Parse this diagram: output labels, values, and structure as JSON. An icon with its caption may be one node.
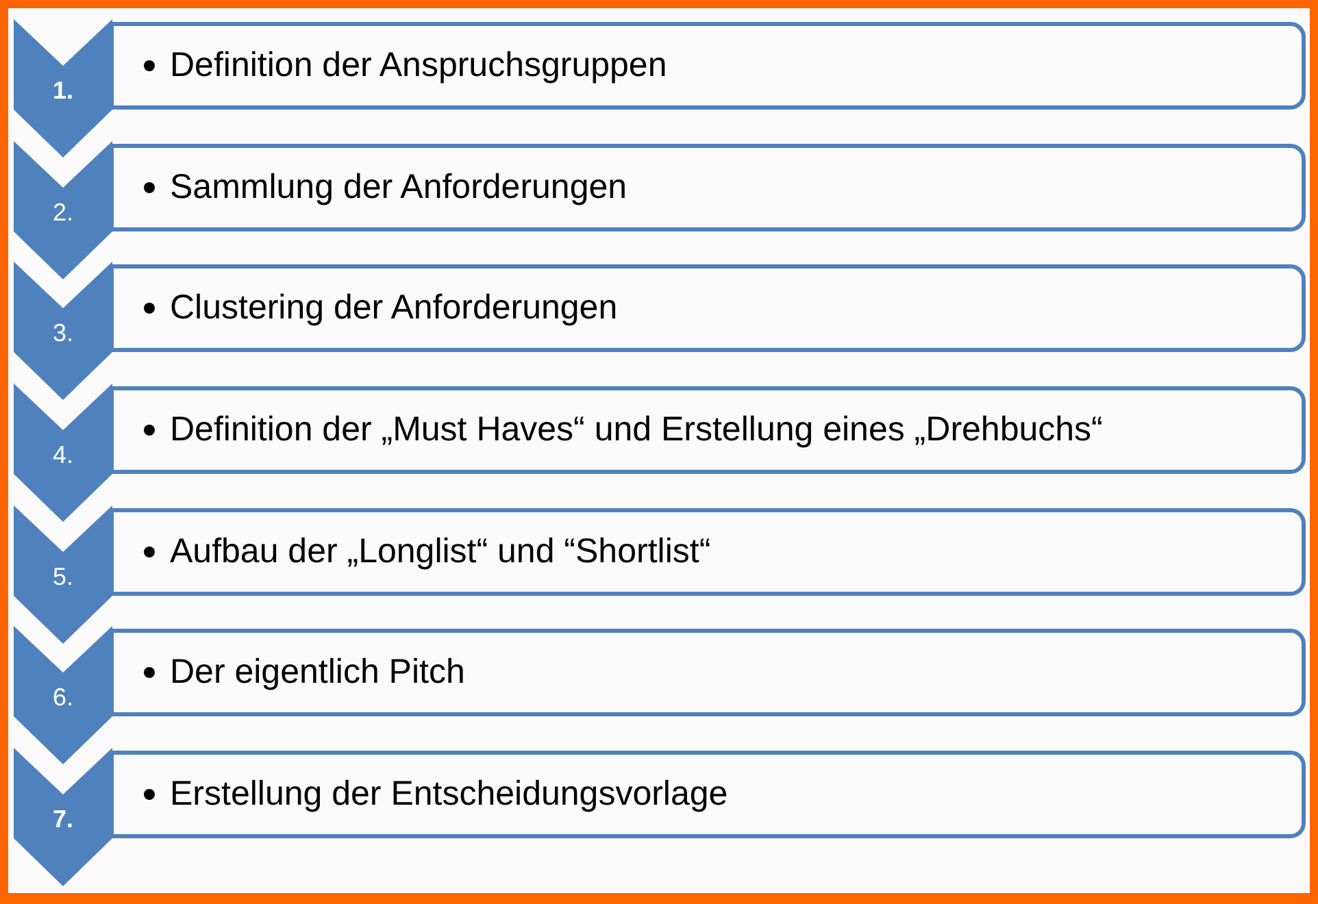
{
  "diagram": {
    "nodes": [
      {
        "text": [
          "1."
        ]
      },
      {
        "text": [
          "Definition der Anspruchsgruppen"
        ]
      },
      {
        "text": [
          "2."
        ]
      },
      {
        "text": [
          "Sammlung der Anforderungen"
        ]
      },
      {
        "text": [
          "3."
        ]
      },
      {
        "text": [
          "Clustering der Anforderungen"
        ]
      },
      {
        "text": [
          "4."
        ]
      },
      {
        "text": [
          "Definition der „Must Haves“ und Erstellung eines „Drehbuchs“"
        ]
      },
      {
        "text": [
          "5."
        ]
      },
      {
        "text": [
          "Aufbau der „Longlist“ und “Shortlist“"
        ]
      },
      {
        "text": [
          "6."
        ]
      },
      {
        "text": [
          "Der eigentlich Pitch"
        ]
      },
      {
        "text": [
          "7."
        ]
      },
      {
        "text": [
          "Erstellung der Entscheidungsvorlage"
        ]
      }
    ]
  }
}
